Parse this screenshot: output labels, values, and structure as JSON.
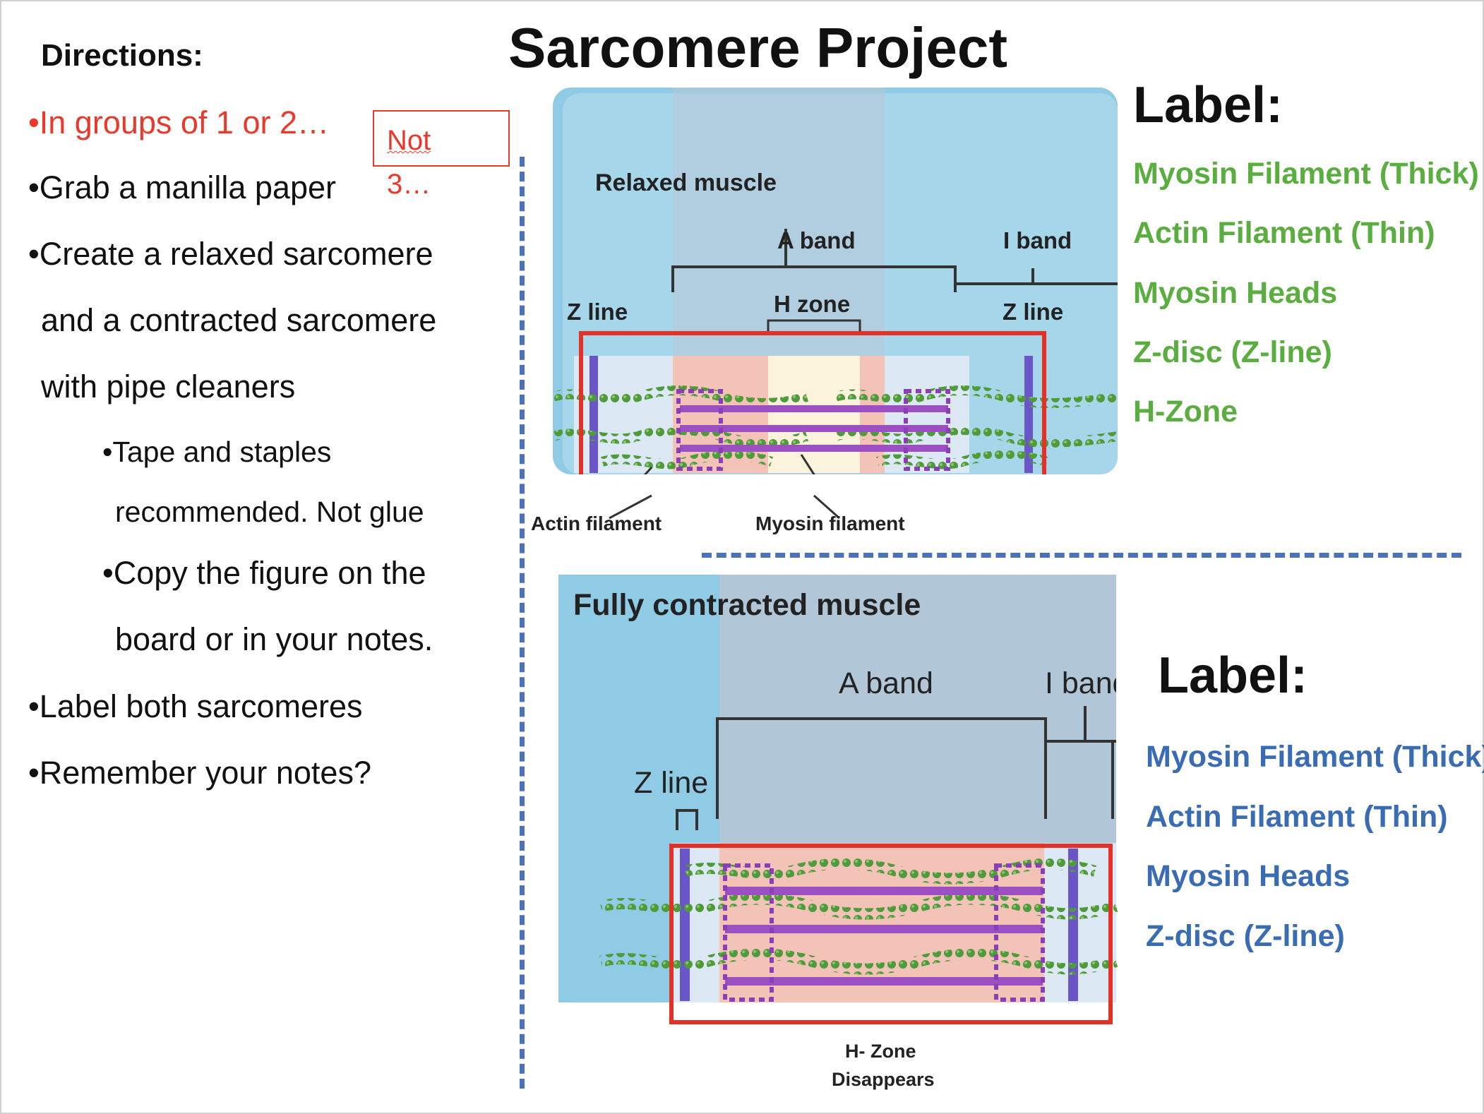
{
  "title": "Sarcomere Project",
  "directions": {
    "heading": "Directions:",
    "bullets": [
      "•In groups of 1 or 2…",
      "•Grab a manilla paper",
      "•Create a relaxed sarcomere",
      "and a contracted sarcomere",
      "with pipe cleaners",
      "•Tape and staples",
      "recommended. Not glue",
      "•Copy the figure on the",
      "board or in your notes.",
      "•Label both sarcomeres",
      "•Remember your notes?"
    ],
    "note_line1": "Not",
    "note_line2": "3…"
  },
  "relaxed": {
    "title": "Relaxed muscle",
    "a_band": "A band",
    "i_band": "I band",
    "h_zone": "H zone",
    "z_line_left": "Z line",
    "z_line_right": "Z line",
    "actin": "Actin filament",
    "myosin": "Myosin filament"
  },
  "contracted": {
    "title": "Fully contracted muscle",
    "a_band": "A band",
    "i_band": "I band",
    "z_line": "Z line",
    "caption_line1": "H- Zone",
    "caption_line2": "Disappears"
  },
  "label_top": {
    "heading": "Label:",
    "items": [
      "Myosin Filament (Thick)",
      "Actin Filament (Thin)",
      "Myosin Heads",
      "Z-disc (Z-line)",
      "H-Zone"
    ]
  },
  "label_bottom": {
    "heading": "Label:",
    "items": [
      "Myosin Filament (Thick)",
      "Actin Filament (Thin)",
      "Myosin Heads",
      "Z-disc (Z-line)"
    ]
  },
  "colors": {
    "red": "#e8392a",
    "green": "#5aae3f",
    "blue": "#3a6cb4",
    "dashes": "#4a72b8"
  }
}
